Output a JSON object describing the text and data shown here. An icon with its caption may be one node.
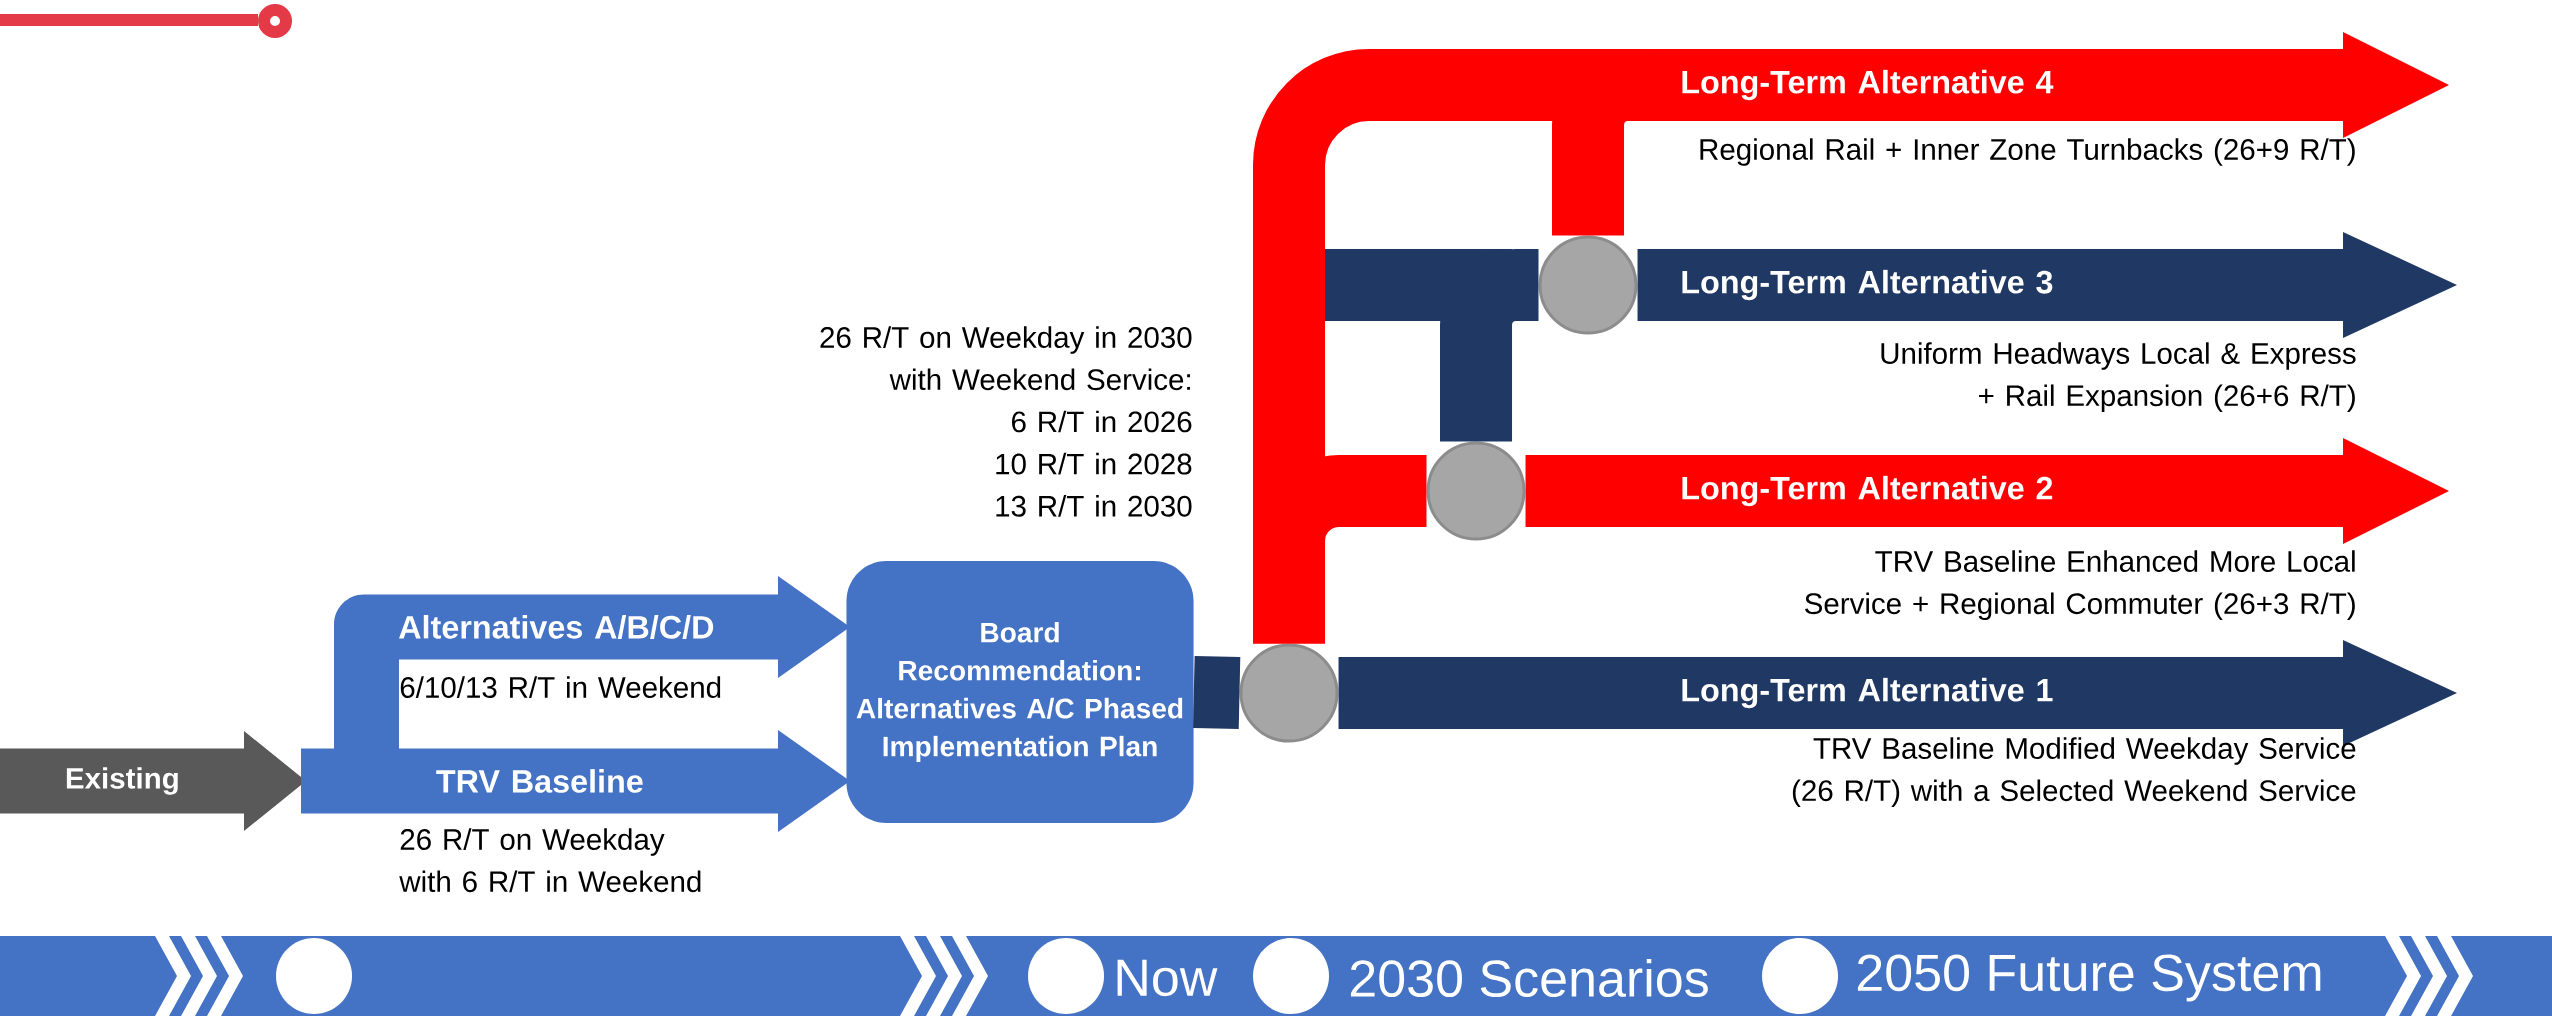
{
  "diagram": {
    "nodes": [
      {
        "text": [
          "Existing"
        ]
      },
      {
        "text": [
          "Alternatives A/B/C/D"
        ],
        "beside": [
          "6/10/13 R/T in Weekend"
        ]
      },
      {
        "text": [
          "TRV Baseline"
        ],
        "beside": [
          "26 R/T on Weekday with 6 R/T in Weekend"
        ]
      },
      {
        "text": [
          "Board Recommendation: Alternatives A/C Phased Implementation Plan"
        ],
        "beside": [
          "26 R/T on Weekday in 2030 with Weekend Service:",
          "6 R/T in 2026",
          "10 R/T in 2028",
          "13 R/T in 2030"
        ]
      },
      {
        "text": [
          "Long-Term Alternative 4"
        ],
        "beside": [
          "Regional Rail + Inner Zone Turnbacks (26+9 R/T)"
        ]
      },
      {
        "text": [
          "Long-Term Alternative 3"
        ],
        "beside": [
          "Uniform Headways Local & Express + Rail Expansion (26+6 R/T)"
        ]
      },
      {
        "text": [
          "Long-Term Alternative 2"
        ],
        "beside": [
          "TRV Baseline Enhanced More Local Service + Regional Commuter (26+3 R/T)"
        ]
      },
      {
        "text": [
          "Long-Term Alternative 1"
        ],
        "beside": [
          "TRV Baseline Modified Weekday Service (26 R/T) with a Selected Weekend Service"
        ]
      },
      {
        "text": [],
        "shape": "circle"
      },
      {
        "text": [],
        "shape": "circle"
      },
      {
        "text": [],
        "shape": "circle"
      }
    ],
    "edges": [
      {
        "from": 3,
        "to": 8,
        "arrow": "none",
        "color": "#203864"
      },
      {
        "from": 8,
        "to": 7,
        "arrow": "none",
        "color": "#203864"
      },
      {
        "from": 8,
        "to": 4,
        "arrow": "none",
        "color": "#ff0000"
      },
      {
        "from": 8,
        "to": 9,
        "arrow": "none",
        "color": "#ff0000"
      },
      {
        "from": 9,
        "to": 6,
        "arrow": "none",
        "color": "#ff0000"
      },
      {
        "from": 9,
        "to": 10,
        "arrow": "none",
        "color": "#203864"
      },
      {
        "from": 10,
        "to": 5,
        "arrow": "none",
        "color": "#203864"
      },
      {
        "from": 10,
        "to": 4,
        "arrow": "none",
        "color": "#ff0000"
      }
    ],
    "labels": [
      "Now",
      "2030 Scenarios",
      "2050 Future System"
    ]
  }
}
